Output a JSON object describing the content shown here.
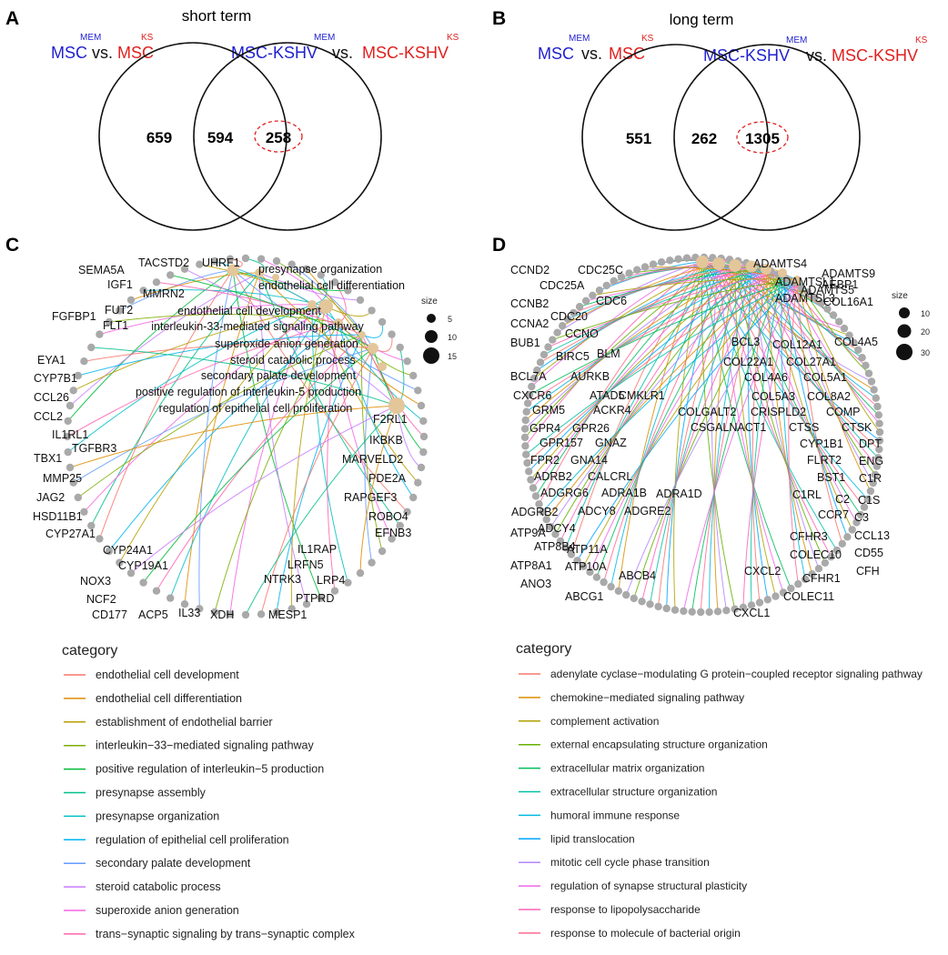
{
  "panel_letters": [
    "A",
    "B",
    "C",
    "D"
  ],
  "venn_panels": [
    {
      "title": "short term",
      "left_comparison": {
        "a": "MSC",
        "a_sup": "MEM",
        "vs": "vs.",
        "b": "MSC",
        "b_sup": "KS"
      },
      "right_comparison": {
        "a": "MSC-KSHV",
        "a_sup": "MEM",
        "vs": "vs.",
        "b": "MSC-KSHV",
        "b_sup": "KS"
      }
    },
    {
      "title": "long term",
      "left_comparison": {
        "a": "MSC",
        "a_sup": "MEM",
        "vs": "vs.",
        "b": "MSC",
        "b_sup": "KS"
      },
      "right_comparison": {
        "a": "MSC-KSHV",
        "a_sup": "MEM",
        "vs": "vs.",
        "b": "MSC-KSHV",
        "b_sup": "KS"
      }
    }
  ],
  "network_legends": [
    {
      "size_title": "size",
      "size_values": [
        5,
        10,
        15
      ],
      "category_title": "category"
    },
    {
      "size_title": "size",
      "size_values": [
        10,
        20,
        30
      ],
      "category_title": "category"
    }
  ],
  "colors": {
    "blue_text": "#1f1fcf",
    "red_text": "#e0201f",
    "gene_node": "#a9a9a9",
    "term_node": "#e3c69a",
    "highlight_ellipse": "#e0201f"
  },
  "chart_data": [
    {
      "type": "venn",
      "title": "short term",
      "sets": [
        "MSC MEM vs. MSC KS",
        "MSC-KSHV MEM vs. MSC-KSHV KS"
      ],
      "left_only": 659,
      "overlap": 594,
      "right_only": 258,
      "highlighted": "right_only"
    },
    {
      "type": "venn",
      "title": "long term",
      "sets": [
        "MSC MEM vs. MSC KS",
        "MSC-KSHV MEM vs. MSC-KSHV KS"
      ],
      "left_only": 551,
      "overlap": 262,
      "right_only": 1305,
      "highlighted": "right_only"
    },
    {
      "type": "cnetplot",
      "size_legend": [
        5,
        10,
        15
      ],
      "term_labels": [
        "presynapse organization",
        "endothelial cell differentiation",
        "endothelial cell development",
        "interleukin-33-mediated signaling pathway",
        "superoxide anion generation",
        "steroid catabolic process",
        "secondary palate development",
        "positive regulation of interleukin-5 production",
        "regulation of epithelial cell proliferation"
      ],
      "genes": [
        "TACSTD2",
        "UHRF1",
        "SEMA5A",
        "IGF1",
        "MMRN2",
        "FUT2",
        "FLT1",
        "FGFBP1",
        "EYA1",
        "CYP7B1",
        "CCL26",
        "CCL2",
        "IL1RL1",
        "TGFBR3",
        "TBX1",
        "MMP25",
        "JAG2",
        "HSD11B1",
        "CYP27A1",
        "CYP24A1",
        "CYP19A1",
        "NOX3",
        "NCF2",
        "CD177",
        "ACP5",
        "IL33",
        "XDH",
        "MESP1",
        "PTPRD",
        "NTRK3",
        "LRP4",
        "LRFN5",
        "IL1RAP",
        "EFNB3",
        "ROBO4",
        "RAPGEF3",
        "PDE2A",
        "MARVELD2",
        "IKBKB",
        "F2RL1"
      ],
      "categories": [
        {
          "name": "endothelial cell development",
          "color": "#f8766d"
        },
        {
          "name": "endothelial cell differentiation",
          "color": "#de8c00"
        },
        {
          "name": "establishment of endothelial barrier",
          "color": "#b79f00"
        },
        {
          "name": "interleukin−33−mediated signaling pathway",
          "color": "#7cae00"
        },
        {
          "name": "positive regulation of interleukin−5 production",
          "color": "#00ba38"
        },
        {
          "name": "presynapse assembly",
          "color": "#00c08b"
        },
        {
          "name": "presynapse organization",
          "color": "#00bfc4"
        },
        {
          "name": "regulation of epithelial cell proliferation",
          "color": "#00b4f0"
        },
        {
          "name": "secondary palate development",
          "color": "#619cff"
        },
        {
          "name": "steroid catabolic process",
          "color": "#c77cff"
        },
        {
          "name": "superoxide anion generation",
          "color": "#f564e3"
        },
        {
          "name": "trans−synaptic signaling by trans−synaptic complex",
          "color": "#ff64b0"
        }
      ]
    },
    {
      "type": "cnetplot",
      "size_legend": [
        10,
        20,
        30
      ],
      "genes": [
        "ADAMTS4",
        "ADAMTS9",
        "ADAMTS5",
        "ADAMTSL1",
        "AEBP1",
        "ADAMTSL3",
        "COL16A1",
        "BCL3",
        "COL12A1",
        "COL4A5",
        "COL22A1",
        "COL27A1",
        "COL4A6",
        "COL5A1",
        "COL5A3",
        "COL8A2",
        "COLGALT2",
        "CRISPLD2",
        "COMP",
        "CSGALNACT1",
        "CTSS",
        "CTSK",
        "CYP1B1",
        "DPT",
        "FLRT2",
        "ENG",
        "BST1",
        "C1R",
        "C1RL",
        "C2",
        "C1S",
        "CCR7",
        "C3",
        "CFHR3",
        "CCL13",
        "COLEC10",
        "CD55",
        "CFH",
        "CXCL2",
        "CFHR1",
        "COLEC11",
        "CXCL1",
        "CCND2",
        "CDC25C",
        "CDC25A",
        "CCNB2",
        "CDC6",
        "CDC20",
        "CCNA2",
        "CCNO",
        "BUB1",
        "BLM",
        "BIRC5",
        "BCL7A",
        "AURKB",
        "CXCR6",
        "ATAD5",
        "CMKLR1",
        "GRM5",
        "ACKR4",
        "GPR4",
        "GPR26",
        "GPR157",
        "GNAZ",
        "FPR2",
        "GNA14",
        "ADRB2",
        "CALCRL",
        "ADGRG6",
        "ADRA1B",
        "ADRA1D",
        "ADGRB2",
        "ADCY8",
        "ADGRE2",
        "ADCY4",
        "ATP9A",
        "ATP8B4",
        "ATP11A",
        "ATP8A1",
        "ATP10A",
        "ANO3",
        "ABCB4",
        "ABCG1"
      ],
      "categories": [
        {
          "name": "adenylate cyclase−modulating G protein−coupled receptor signaling pathway",
          "color": "#f8766d"
        },
        {
          "name": "chemokine−mediated signaling pathway",
          "color": "#db8e00"
        },
        {
          "name": "complement activation",
          "color": "#aea200"
        },
        {
          "name": "external encapsulating structure organization",
          "color": "#64b200"
        },
        {
          "name": "extracellular matrix organization",
          "color": "#00bd5c"
        },
        {
          "name": "extracellular structure organization",
          "color": "#00c1a7"
        },
        {
          "name": "humoral immune response",
          "color": "#00bade"
        },
        {
          "name": "lipid translocation",
          "color": "#00a6ff"
        },
        {
          "name": "mitotic cell cycle phase transition",
          "color": "#b385ff"
        },
        {
          "name": "regulation of synapse structural plasticity",
          "color": "#ef67eb"
        },
        {
          "name": "response to lipopolysaccharide",
          "color": "#ff63b6"
        },
        {
          "name": "response to molecule of bacterial origin",
          "color": "#ff6b8f"
        }
      ]
    }
  ]
}
